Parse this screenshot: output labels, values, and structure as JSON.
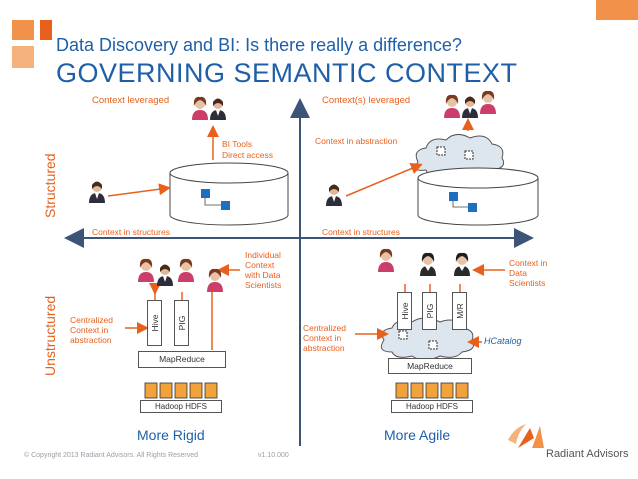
{
  "slide": {
    "title": "Data Discovery and BI: Is there really a difference?",
    "subtitle": "GOVERNING SEMANTIC CONTEXT",
    "y_axis": {
      "top": "Structured",
      "bottom": "Unstructured"
    },
    "x_axis": {
      "left": "More Rigid",
      "right": "More Agile"
    },
    "copyright": "© Copyright 2013 Radiant Advisors. All Rights Reserved",
    "version": "v1.10.000",
    "logo": "Radiant Advisors"
  },
  "q1": {
    "context_leveraged": "Context leveraged",
    "bi_tools": "BI Tools",
    "direct_access": "Direct access",
    "context_in_structures": "Context in structures"
  },
  "q2": {
    "context_leveraged": "Context(s) leveraged",
    "context_in_abstraction": "Context in abstraction",
    "context_in_structures": "Context in structures"
  },
  "q3": {
    "individual_context": [
      "Individual",
      "Context",
      "with Data",
      "Scientists"
    ],
    "centralized": [
      "Centralized",
      "Context in",
      "abstraction"
    ],
    "hive": "Hive",
    "pig": "PIG",
    "mapreduce": "MapReduce",
    "hdfs": "Hadoop HDFS"
  },
  "q4": {
    "context_in_data_scientists": [
      "Context in",
      "Data",
      "Scientists"
    ],
    "centralized": [
      "Centralized",
      "Context in",
      "abstraction"
    ],
    "hive": "Hive",
    "pig": "PIG",
    "mr": "M/R",
    "hcatalog": "HCatalog",
    "mapreduce": "MapReduce",
    "hdfs": "Hadoop HDFS"
  },
  "colors": {
    "title_blue": "#1f5fa8",
    "accent_orange": "#e8601c",
    "axis": "#3b5478",
    "arrow_orange": "#e8601c",
    "file_orange": "#f2a23a",
    "diagram_blue": "#1f6fc0"
  }
}
